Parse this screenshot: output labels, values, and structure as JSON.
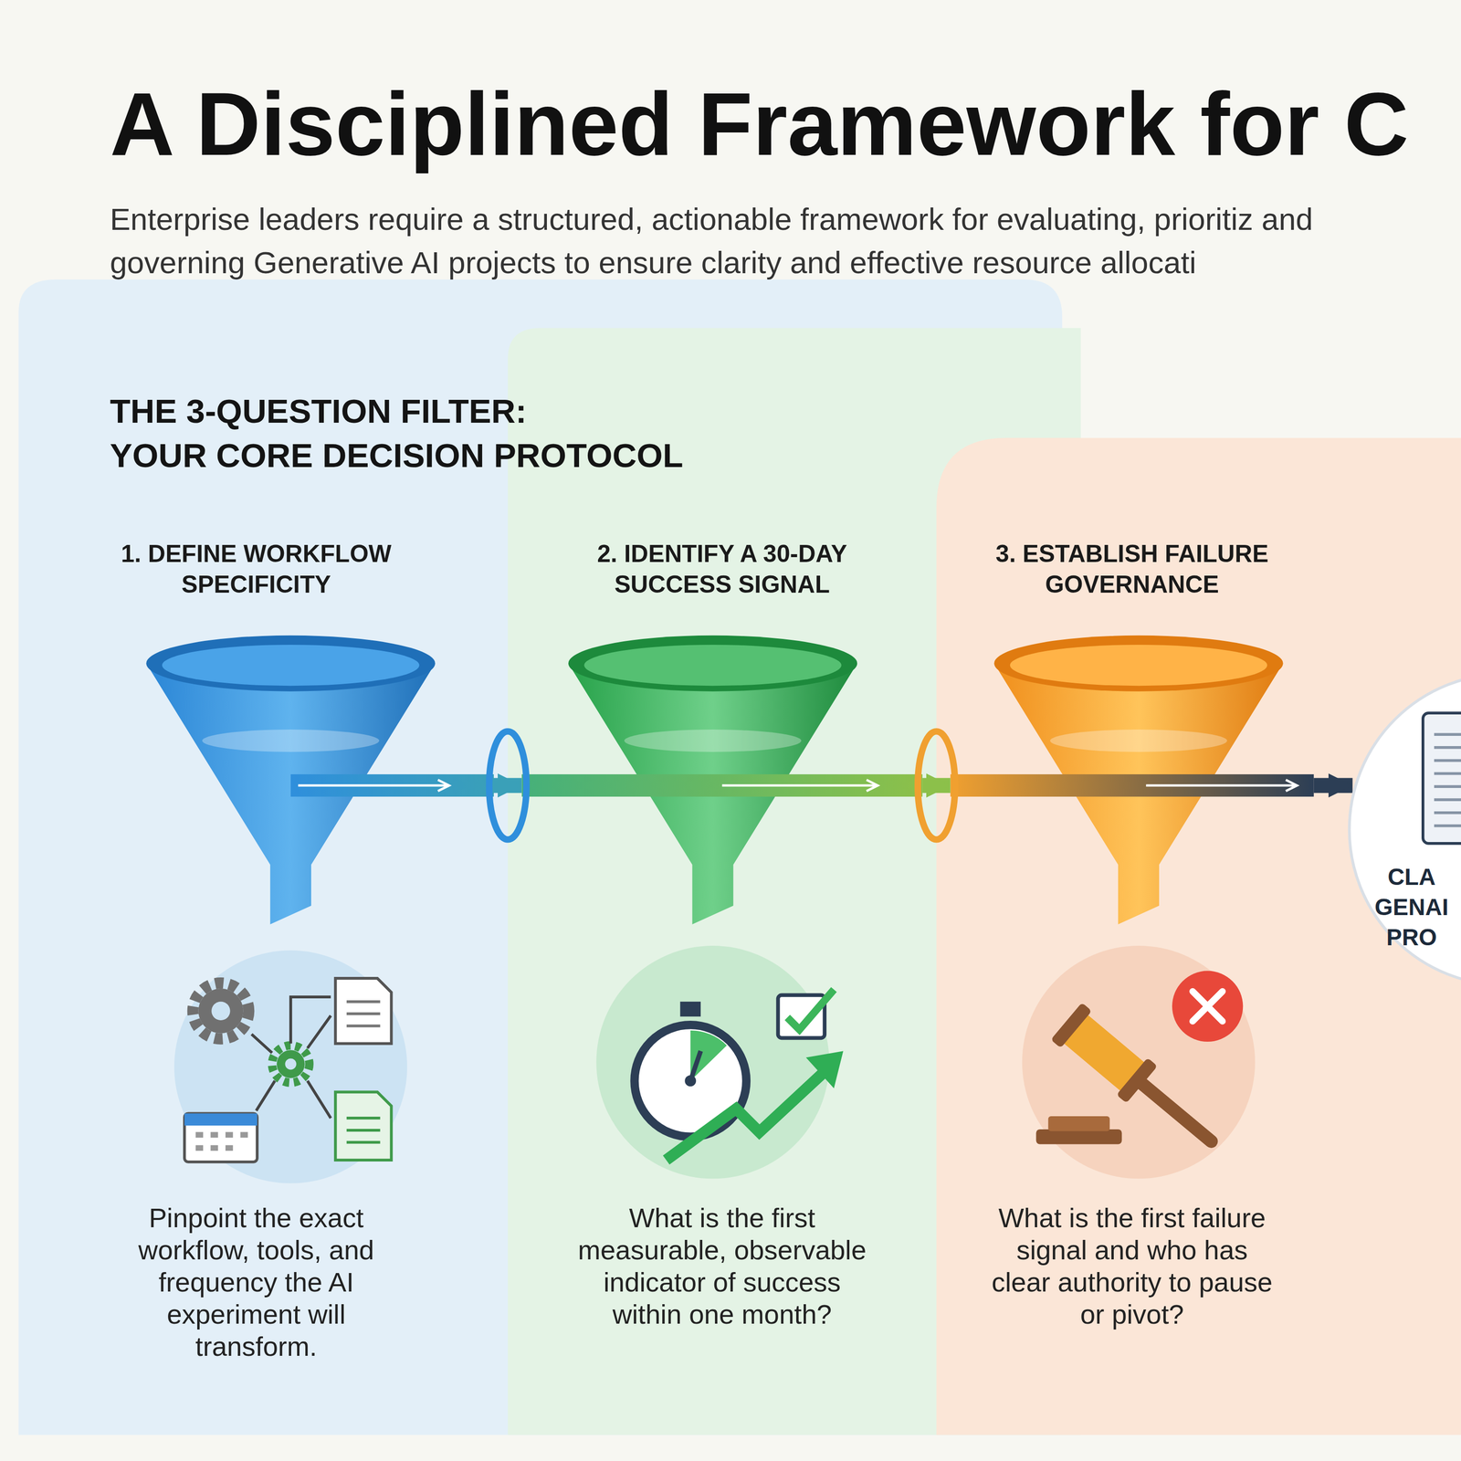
{
  "diagram": {
    "title": "A Disciplined Framework for C",
    "nodes": [
      {
        "text": [
          "1. DEFINE WORKFLOW SPECIFICITY",
          "Pinpoint the exact workflow, tools, and frequency the AI experiment will transform."
        ]
      },
      {
        "text": [
          "2. IDENTIFY A 30-DAY SUCCESS SIGNAL",
          "What is the first measurable, observable indicator of success within one month?"
        ]
      },
      {
        "text": [
          "3. ESTABLISH FAILURE GOVERNANCE",
          "What is the first failure signal and who has clear authority to pause or pivot?"
        ]
      },
      {
        "text": [
          "CLA GENAI PRO"
        ]
      }
    ],
    "edges": [
      {
        "from": 0,
        "to": 1,
        "arrow": "to"
      },
      {
        "from": 1,
        "to": 2,
        "arrow": "to"
      },
      {
        "from": 2,
        "to": 3,
        "arrow": "to"
      }
    ],
    "labels": [
      "Enterprise leaders require a structured, actionable framework for evaluating, prioritiz and governing Generative AI projects to ensure clarity and effective resource allocati",
      "THE 3-QUESTION FILTER:",
      "YOUR CORE DECISION PROTOCOL"
    ]
  }
}
